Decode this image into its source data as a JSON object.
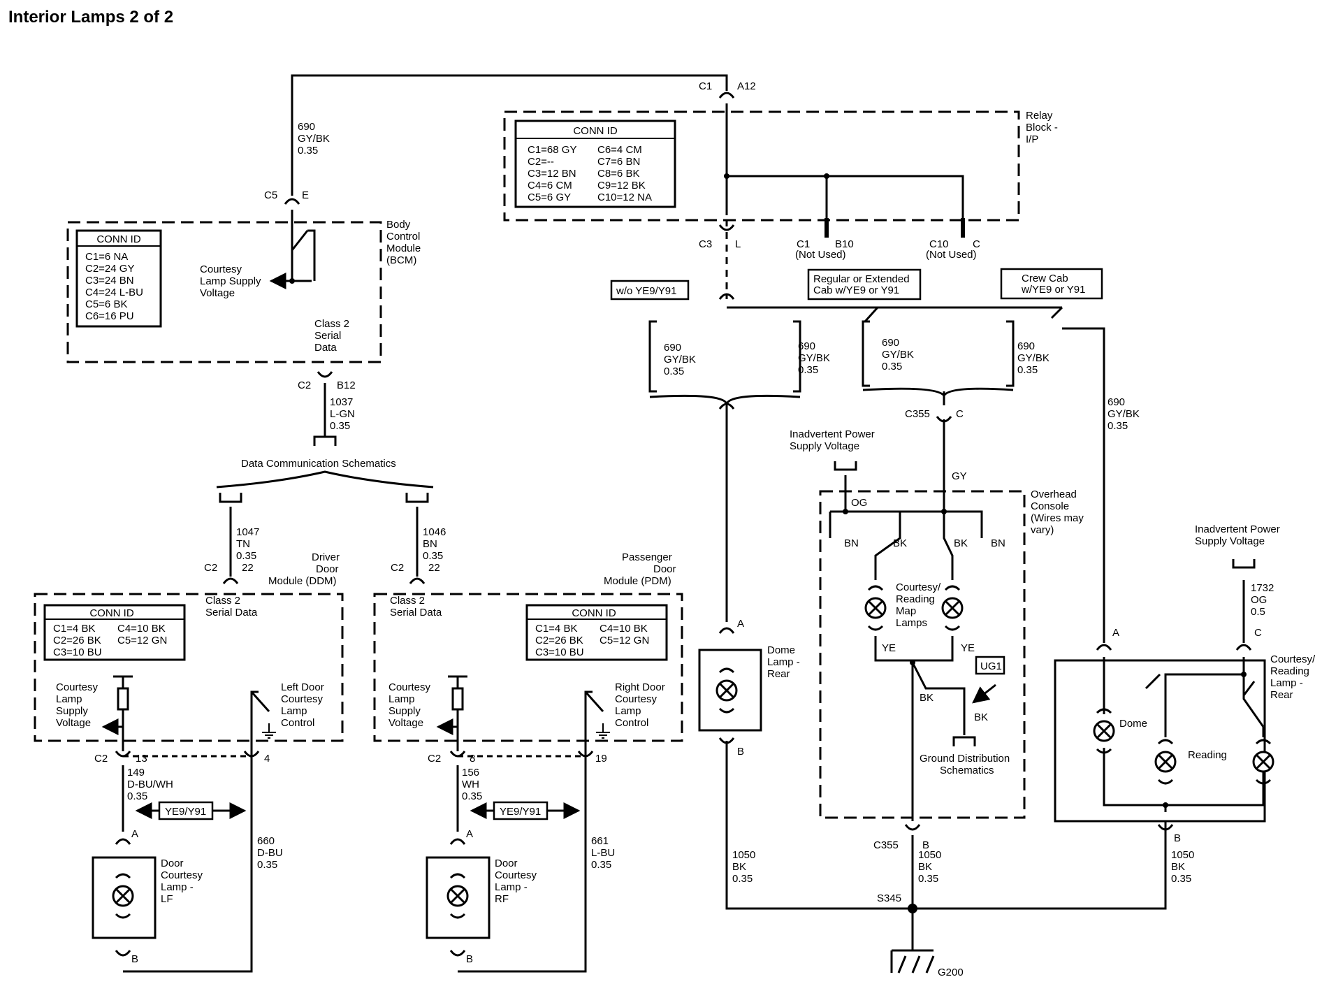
{
  "title": "Interior Lamps 2 of 2",
  "relay_block": {
    "label_lines": [
      "Relay",
      "Block -",
      "I/P"
    ],
    "conn_id_title": "CONN ID",
    "conn_left": [
      "C1=68 GY",
      "C2=--",
      "C3=12 BN",
      "C4=6 CM",
      "C5=6 GY"
    ],
    "conn_right": [
      "C6=4 CM",
      "C7=6 BN",
      "C8=6 BK",
      "C9=12 BK",
      "C10=12 NA"
    ],
    "top_conn": "C1",
    "top_pin": "A12",
    "bot_conn": "C3",
    "bot_pin": "L",
    "b10_conn": "C1",
    "b10_pin": "B10",
    "b10_note": "(Not Used)",
    "c10_conn": "C10",
    "c10_pin": "C",
    "c10_note": "(Not Used)"
  },
  "bcm": {
    "label_lines": [
      "Body",
      "Control",
      "Module",
      "(BCM)"
    ],
    "conn_id_title": "CONN ID",
    "conn": [
      "C1=6 NA",
      "C2=24 GY",
      "C3=24 BN",
      "C4=24 L-BU",
      "C5=6 BK",
      "C6=16 PU"
    ],
    "supply_lines": [
      "Courtesy",
      "Lamp Supply",
      "Voltage"
    ],
    "serial_lines": [
      "Class 2",
      "Serial",
      "Data"
    ],
    "c5_conn": "C5",
    "c5_pin": "E",
    "c2_conn": "C2",
    "c2_pin": "B12"
  },
  "wires": {
    "w690_top": [
      "690",
      "GY/BK",
      "0.35"
    ],
    "w1037": [
      "1037",
      "L-GN",
      "0.35"
    ],
    "w1047": [
      "1047",
      "TN",
      "0.35"
    ],
    "w1046": [
      "1046",
      "BN",
      "0.35"
    ],
    "w149": [
      "149",
      "D-BU/WH",
      "0.35"
    ],
    "w156": [
      "156",
      "WH",
      "0.35"
    ],
    "w660": [
      "660",
      "D-BU",
      "0.35"
    ],
    "w661": [
      "661",
      "L-BU",
      "0.35"
    ],
    "w690_a": [
      "690",
      "GY/BK",
      "0.35"
    ],
    "w690_b": [
      "690",
      "GY/BK",
      "0.35"
    ],
    "w690_c": [
      "690",
      "GY/BK",
      "0.35"
    ],
    "w690_d": [
      "690",
      "GY/BK",
      "0.35"
    ],
    "w690_e": [
      "690",
      "GY/BK",
      "0.35"
    ],
    "w1732": [
      "1732",
      "OG",
      "0.5"
    ],
    "w1050_a": [
      "1050",
      "BK",
      "0.35"
    ],
    "w1050_b": [
      "1050",
      "BK",
      "0.35"
    ],
    "w1050_c": [
      "1050",
      "BK",
      "0.35"
    ]
  },
  "data_comm": "Data Communication Schematics",
  "options": {
    "wo": "w/o YE9/Y91",
    "regular_lines": [
      "Regular or Extended",
      "Cab w/YE9 or Y91"
    ],
    "crew_lines": [
      "Crew Cab",
      "w/YE9 or Y91"
    ],
    "ye9_left": "YE9/Y91",
    "ye9_right": "YE9/Y91",
    "ug1": "UG1"
  },
  "ddm": {
    "label_lines": [
      "Driver",
      "Door",
      "Module (DDM)"
    ],
    "conn_id_title": "CONN ID",
    "conn_left": [
      "C1=4 BK",
      "C2=26 BK",
      "C3=10 BU"
    ],
    "conn_right": [
      "C4=10 BK",
      "C5=12 GN",
      ""
    ],
    "serial_lines": [
      "Class 2",
      "Serial Data"
    ],
    "supply_lines": [
      "Courtesy",
      "Lamp",
      "Supply",
      "Voltage"
    ],
    "control_lines": [
      "Left Door",
      "Courtesy",
      "Lamp",
      "Control"
    ],
    "in_conn": "C2",
    "in_pin": "22",
    "out_conn": "C2",
    "out_pin1": "13",
    "out_pin2": "4"
  },
  "pdm": {
    "label_lines": [
      "Passenger",
      "Door",
      "Module (PDM)"
    ],
    "conn_id_title": "CONN ID",
    "conn_left": [
      "C1=4 BK",
      "C2=26 BK",
      "C3=10 BU"
    ],
    "conn_right": [
      "C4=10 BK",
      "C5=12 GN",
      ""
    ],
    "serial_lines": [
      "Class 2",
      "Serial Data"
    ],
    "supply_lines": [
      "Courtesy",
      "Lamp",
      "Supply",
      "Voltage"
    ],
    "control_lines": [
      "Right Door",
      "Courtesy",
      "Lamp",
      "Control"
    ],
    "in_conn": "C2",
    "in_pin": "22",
    "out_conn": "C2",
    "out_pin1": "8",
    "out_pin2": "19"
  },
  "door_lamp_lf": {
    "label_lines": [
      "Door",
      "Courtesy",
      "Lamp -",
      "LF"
    ],
    "pin_a": "A",
    "pin_b": "B"
  },
  "door_lamp_rf": {
    "label_lines": [
      "Door",
      "Courtesy",
      "Lamp -",
      "RF"
    ],
    "pin_a": "A",
    "pin_b": "B"
  },
  "dome_rear": {
    "label_lines": [
      "Dome",
      "Lamp -",
      "Rear"
    ],
    "pin_a": "A",
    "pin_b": "B"
  },
  "overhead": {
    "label_lines": [
      "Overhead",
      "Console",
      "(Wires may",
      "vary)"
    ],
    "inadvertent_lines": [
      "Inadvertent Power",
      "Supply Voltage"
    ],
    "lamps_lines": [
      "Courtesy/",
      "Reading",
      "Map",
      "Lamps"
    ],
    "og": "OG",
    "gy": "GY",
    "bn1": "BN",
    "bk1": "BK",
    "bk2": "BK",
    "bn2": "BN",
    "ye1": "YE",
    "ye2": "YE",
    "bk3": "BK",
    "bk4": "BK",
    "ground_lines": [
      "Ground Distribution",
      "Schematics"
    ],
    "c355_top": "C355",
    "c355_top_pin": "C",
    "c355_bot": "C355",
    "c355_bot_pin": "B"
  },
  "rear_lamp": {
    "label_lines": [
      "Courtesy/",
      "Reading",
      "Lamp -",
      "Rear"
    ],
    "inadvertent_lines": [
      "Inadvertent Power",
      "Supply Voltage"
    ],
    "dome": "Dome",
    "reading": "Reading",
    "pin_a": "A",
    "pin_b": "B",
    "pin_c": "C"
  },
  "splice": "S345",
  "ground": "G200"
}
